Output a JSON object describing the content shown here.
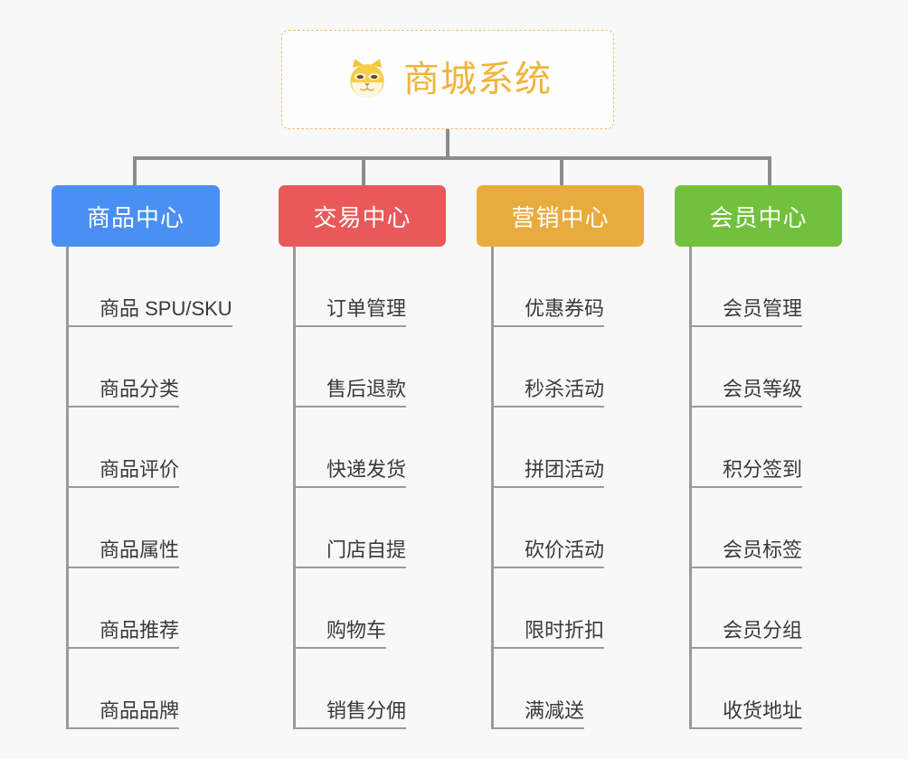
{
  "diagram": {
    "type": "mindmap-tree",
    "background_color": "#f8f8f8",
    "root": {
      "title": "商城系统",
      "icon": "shiba-dog-icon",
      "text_color": "#f0b43c",
      "border_color": "#f0c070",
      "background_color": "#fefefe"
    },
    "connector_color": "#8c8c8c",
    "branches": [
      {
        "id": "product-center",
        "label": "商品中心",
        "color": "#4a90f2",
        "items": [
          "商品 SPU/SKU",
          "商品分类",
          "商品评价",
          "商品属性",
          "商品推荐",
          "商品品牌"
        ]
      },
      {
        "id": "trade-center",
        "label": "交易中心",
        "color": "#e9595a",
        "items": [
          "订单管理",
          "售后退款",
          "快递发货",
          "门店自提",
          "购物车",
          "销售分佣"
        ]
      },
      {
        "id": "marketing-center",
        "label": "营销中心",
        "color": "#e8ab3d",
        "items": [
          "优惠券码",
          "秒杀活动",
          "拼团活动",
          "砍价活动",
          "限时折扣",
          "满减送"
        ]
      },
      {
        "id": "member-center",
        "label": "会员中心",
        "color": "#72c13c",
        "items": [
          "会员管理",
          "会员等级",
          "积分签到",
          "会员标签",
          "会员分组",
          "收货地址"
        ]
      }
    ]
  }
}
